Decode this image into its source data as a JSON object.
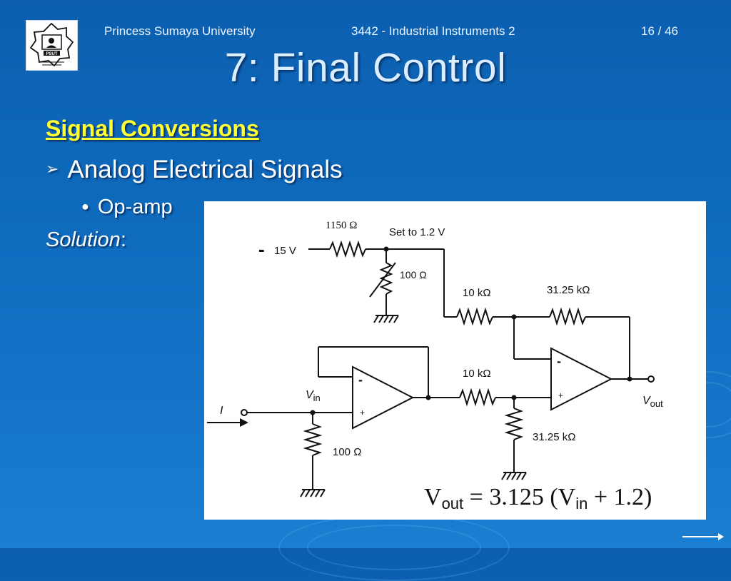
{
  "header": {
    "university": "Princess Sumaya University",
    "course": "3442 - Industrial Instruments 2",
    "page": "16 / 46"
  },
  "logo": {
    "text": "PSUT"
  },
  "title": "7: Final Control",
  "subheading": "Signal Conversions",
  "bullet_level1": "Analog Electrical Signals",
  "bullet_level2": "Op-amp",
  "solution_label": "Solution",
  "solution_colon": ":",
  "circuit": {
    "labels": {
      "r1150": "1150 Ω",
      "set_to": "Set to 1.2 V",
      "minus15": "15 V",
      "r100pot": "100 Ω",
      "r10k_top": "10 kΩ",
      "r31k_top": "31.25 kΩ",
      "r10k_mid": "10 kΩ",
      "r31k_mid": "31.25 kΩ",
      "r100_bottom": "100 Ω",
      "vin_main": "V",
      "vin_sub": "in",
      "current_i": "I",
      "vout_main": "V",
      "vout_sub": "out",
      "minus_sign": "-",
      "plus_sign": "+"
    },
    "equation": {
      "lhs_main": "V",
      "lhs_sub": "out",
      "mid": " = 3.125 (V",
      "mid_sub": "in",
      "rhs": " + 1.2)"
    }
  },
  "colors": {
    "background": "#0f6cbf",
    "subheading": "#ffff33",
    "title": "#dbeeff"
  }
}
